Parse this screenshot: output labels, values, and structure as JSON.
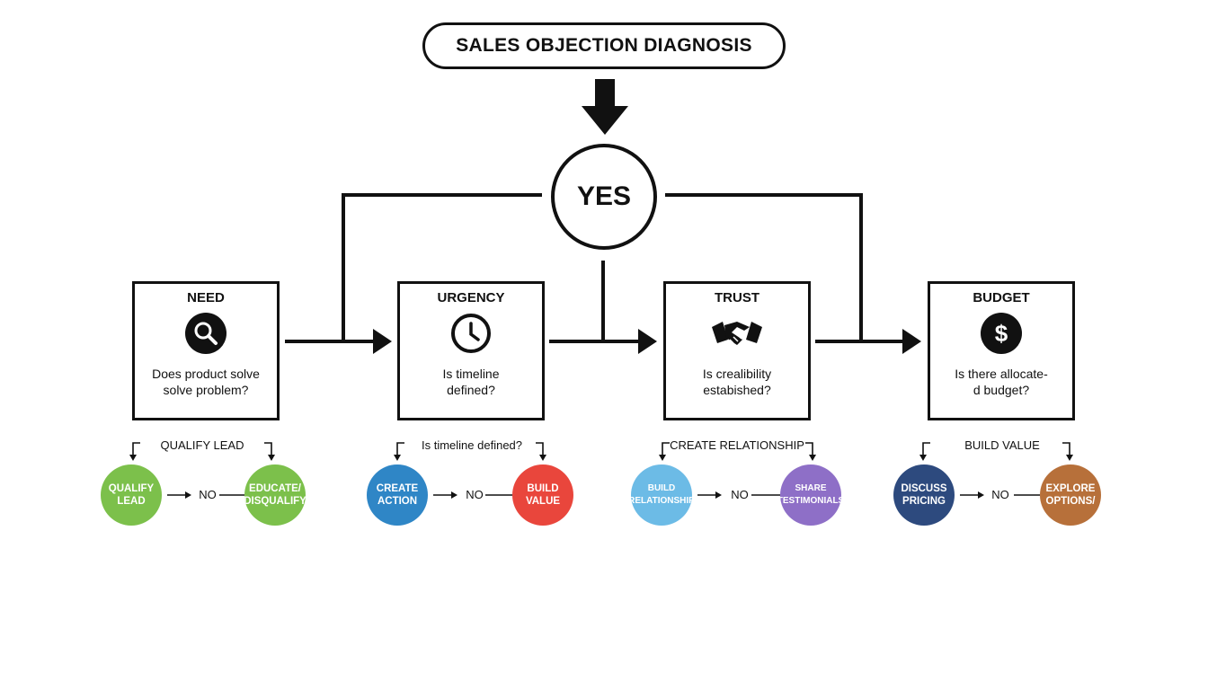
{
  "title": "SALES OBJECTION DIAGNOSIS",
  "hub_label": "YES",
  "colors": {
    "green": "#7cc04b",
    "blue": "#2f86c6",
    "red": "#e9463c",
    "light_blue": "#6cbbe6",
    "purple": "#8e6fc7",
    "navy": "#2d4a7e",
    "brown": "#b7703a"
  },
  "stages": [
    {
      "title": "NEED",
      "icon": "magnifier-icon",
      "question": [
        "Does product solve",
        "solve problem?"
      ],
      "branch_label": "QUALIFY LEAD",
      "yes_action": [
        "QUALIFY",
        "LEAD"
      ],
      "no_label": "NO",
      "no_action": [
        "EDUCATE/",
        "DISQUALIFY"
      ]
    },
    {
      "title": "URGENCY",
      "icon": "clock-icon",
      "question": [
        "Is timeline",
        "defined?"
      ],
      "branch_label": "Is timeline defined?",
      "yes_action": [
        "CREATE",
        "ACTION"
      ],
      "no_label": "NO",
      "no_action": [
        "BUILD",
        "VALUE"
      ]
    },
    {
      "title": "TRUST",
      "icon": "handshake-icon",
      "question": [
        "Is crealibility",
        "estabished?"
      ],
      "branch_label": "CREATE RELATIONSHIP",
      "yes_action": [
        "BUILD",
        "RELATIONSHIP"
      ],
      "no_label": "NO",
      "no_action": [
        "SHARE",
        "TESTIMONIALS"
      ]
    },
    {
      "title": "BUDGET",
      "icon": "dollar-icon",
      "question": [
        "Is there allocate-",
        "d budget?"
      ],
      "branch_label": "BUILD VALUE",
      "yes_action": [
        "DISCUSS",
        "PRICING"
      ],
      "no_label": "NO",
      "no_action": [
        "EXPLORE",
        "OPTIONS/"
      ]
    }
  ]
}
